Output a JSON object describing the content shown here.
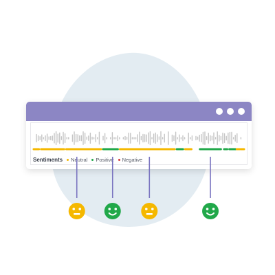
{
  "colors": {
    "titlebar": "#8c86c4",
    "waveform": "#c5c5c5",
    "neutral": "#f5b800",
    "positive": "#21a84a",
    "negative": "#e9a53a",
    "connector": "#7a74c0"
  },
  "window": {
    "controls": [
      "dot",
      "dot",
      "dot"
    ]
  },
  "legend": {
    "title": "Sentiments",
    "items": [
      {
        "label": "Neutral",
        "color": "#f5b800"
      },
      {
        "label": "Positive",
        "color": "#21a84a"
      },
      {
        "label": "Negative",
        "color": "#d33a3a"
      }
    ]
  },
  "timeline": {
    "segments": [
      {
        "sentiment": "neutral",
        "start": 0.0,
        "end": 0.025
      },
      {
        "sentiment": "neutral",
        "start": 0.035,
        "end": 0.145
      },
      {
        "sentiment": "neutral",
        "start": 0.155,
        "end": 0.32
      },
      {
        "sentiment": "positive",
        "start": 0.33,
        "end": 0.4
      },
      {
        "sentiment": "neutral",
        "start": 0.41,
        "end": 0.67
      },
      {
        "sentiment": "positive",
        "start": 0.68,
        "end": 0.71
      },
      {
        "sentiment": "neutral",
        "start": 0.72,
        "end": 0.75
      },
      {
        "sentiment": "positive",
        "start": 0.79,
        "end": 0.89
      },
      {
        "sentiment": "positive",
        "start": 0.905,
        "end": 0.92
      },
      {
        "sentiment": "positive",
        "start": 0.93,
        "end": 0.96
      },
      {
        "sentiment": "neutral",
        "start": 0.965,
        "end": 0.98
      },
      {
        "sentiment": "neutral",
        "start": 0.985,
        "end": 1.0
      }
    ]
  },
  "markers": [
    {
      "name": "neutral-face-1",
      "type": "neutral",
      "position": 0.205
    },
    {
      "name": "positive-face-1",
      "type": "positive",
      "position": 0.375
    },
    {
      "name": "neutral-face-2",
      "type": "neutral",
      "position": 0.55
    },
    {
      "name": "positive-face-2",
      "type": "positive",
      "position": 0.84
    }
  ]
}
